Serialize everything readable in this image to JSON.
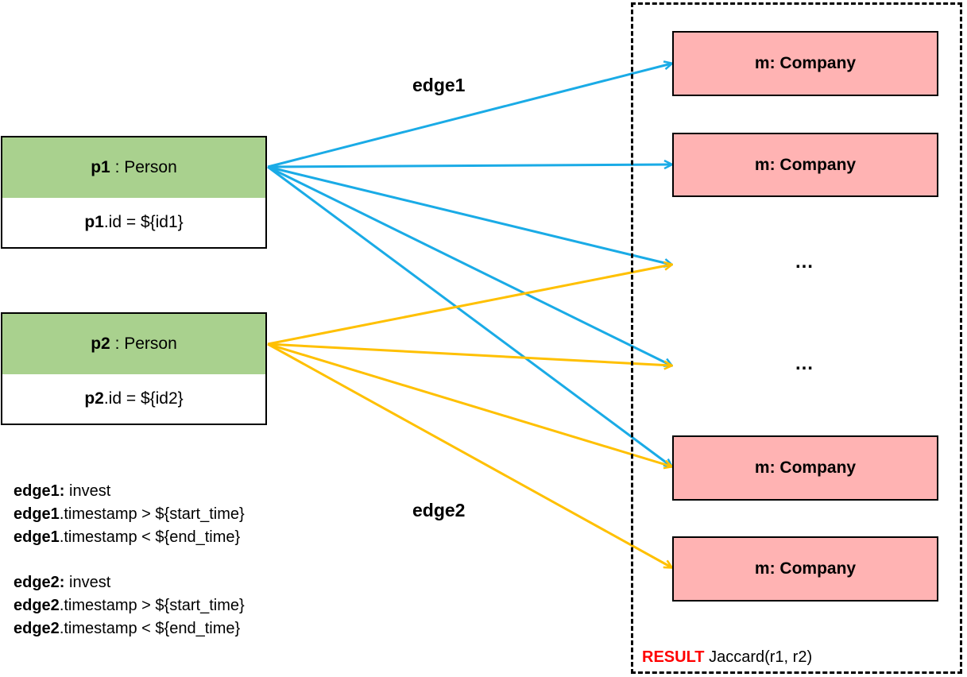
{
  "persons": [
    {
      "var": "p1",
      "type": " : Person",
      "cond_var": "p1",
      "cond_rest": ".id = ${id1}"
    },
    {
      "var": "p2",
      "type": " : Person",
      "cond_var": "p2",
      "cond_rest": ".id = ${id2}"
    }
  ],
  "companies": [
    "m: Company",
    "m: Company",
    "m: Company",
    "m: Company"
  ],
  "ellipsis": [
    "…",
    "…"
  ],
  "edge_labels": {
    "edge1": "edge1",
    "edge2": "edge2"
  },
  "result": {
    "keyword": "RESULT",
    "text": " Jaccard(r1, r2)"
  },
  "legend": [
    {
      "bold": "edge1:",
      "rest": " invest"
    },
    {
      "bold": "edge1",
      "rest": ".timestamp > ${start_time}"
    },
    {
      "bold": "edge1",
      "rest": ".timestamp < ${end_time}"
    },
    {
      "bold": "edge2:",
      "rest": " invest"
    },
    {
      "bold": "edge2",
      "rest": ".timestamp > ${start_time}"
    },
    {
      "bold": "edge2",
      "rest": ".timestamp < ${end_time}"
    }
  ],
  "colors": {
    "edge1": "#1aabe6",
    "edge2": "#ffc000",
    "person": "#a9d18e",
    "company": "#ffb3b3",
    "result_keyword": "#ff0000"
  }
}
